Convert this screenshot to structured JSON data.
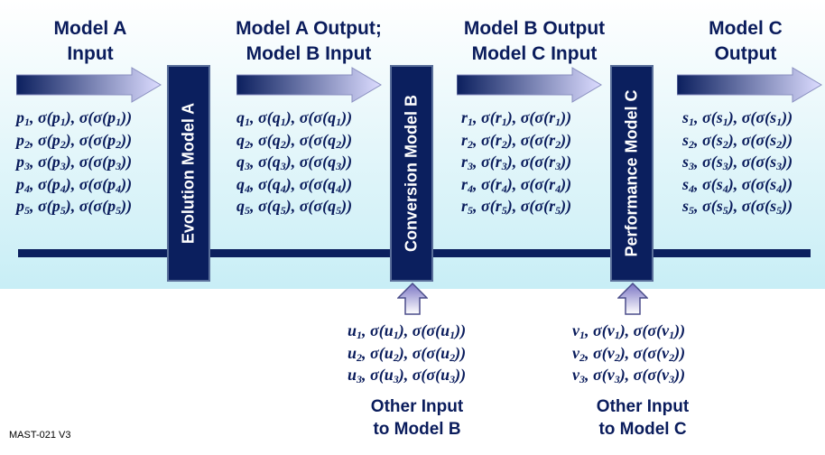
{
  "headers": [
    {
      "line1": "Model A",
      "line2": "Input"
    },
    {
      "line1": "Model A Output;",
      "line2": "Model B Input"
    },
    {
      "line1": "Model B Output",
      "line2": "Model C Input"
    },
    {
      "line1": "Model C",
      "line2": "Output"
    }
  ],
  "models": [
    {
      "label": "Evolution Model A"
    },
    {
      "label": "Conversion Model B"
    },
    {
      "label": "Performance Model C"
    }
  ],
  "value_lists": [
    {
      "var": "p",
      "count": 5
    },
    {
      "var": "q",
      "count": 5
    },
    {
      "var": "r",
      "count": 5
    },
    {
      "var": "s",
      "count": 5
    }
  ],
  "other_inputs": [
    {
      "var": "u",
      "count": 3,
      "label_line1": "Other Input",
      "label_line2": "to Model B"
    },
    {
      "var": "v",
      "count": 3,
      "label_line1": "Other Input",
      "label_line2": "to Model C"
    }
  ],
  "colors": {
    "navy": "#0b1f5e",
    "text": "#0a1c5c",
    "arrow_light": "#dcdcff"
  },
  "footer": "MAST-021 V3"
}
